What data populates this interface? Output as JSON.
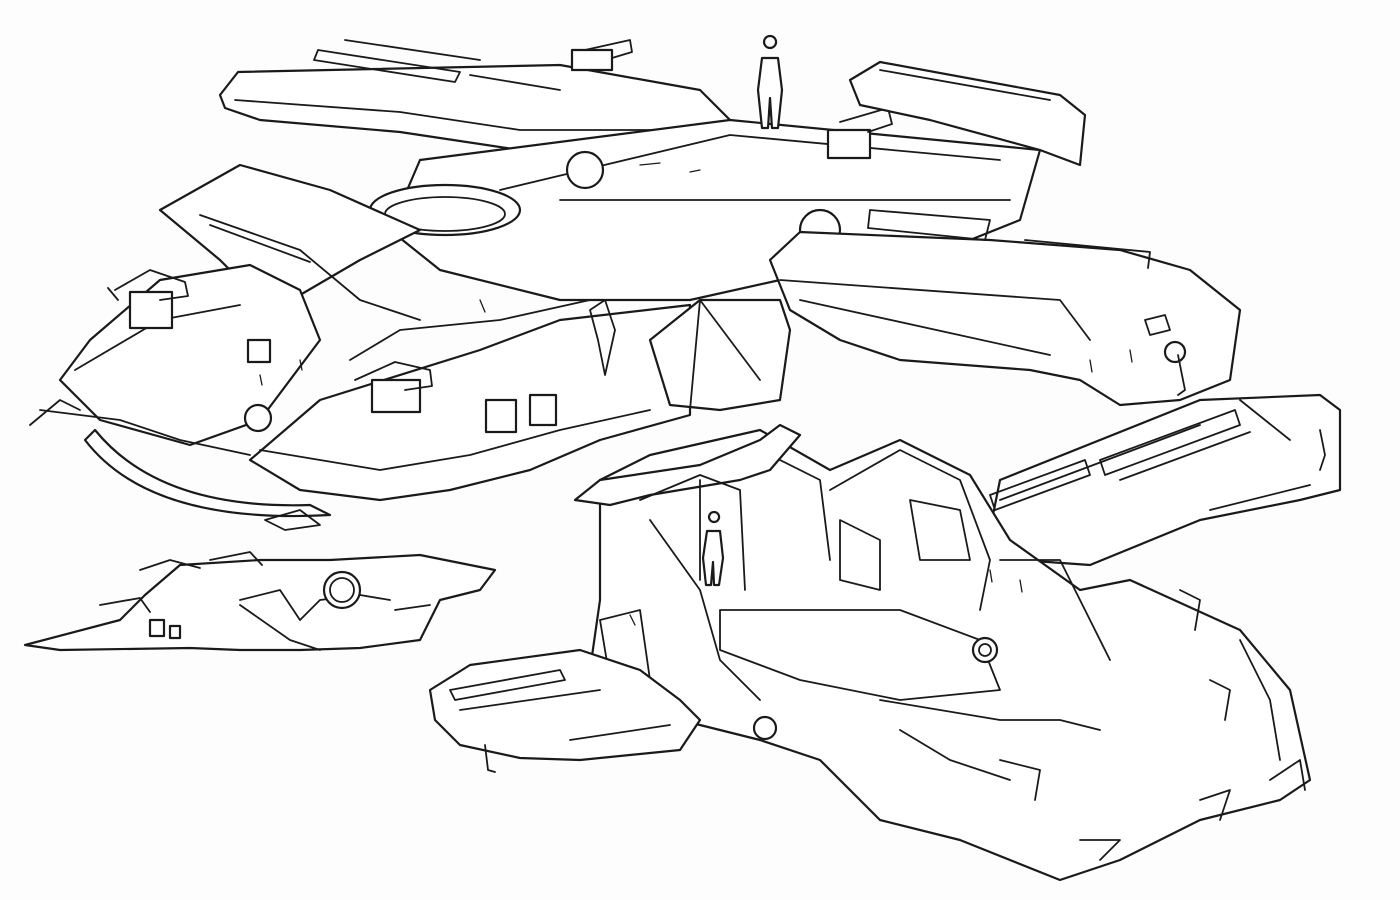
{
  "sheet": {
    "medium": "line-art",
    "ink_color": "#1a1a1a",
    "paper_color": "#fdfdfd"
  },
  "views": [
    {
      "id": "top-view",
      "icon": "spaceship-top-icon"
    },
    {
      "id": "side-view",
      "icon": "spaceship-side-icon"
    },
    {
      "id": "underside-view",
      "icon": "spaceship-underside-icon"
    }
  ],
  "scale_figures": [
    {
      "id": "human-figure-top",
      "icon": "human-silhouette-icon"
    },
    {
      "id": "human-figure-hangar",
      "icon": "human-silhouette-icon"
    }
  ]
}
